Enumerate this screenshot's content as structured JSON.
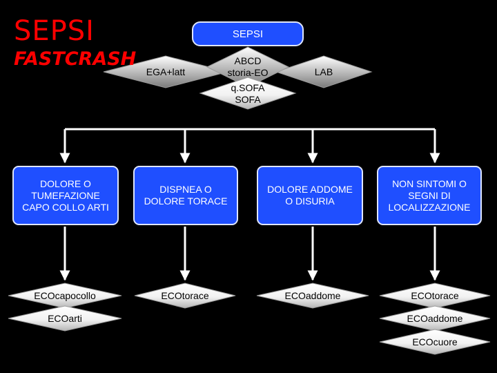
{
  "title": "SEPSI",
  "subtitle": "FASTCRASH",
  "top_box": "SEPSI",
  "top_diamonds": {
    "ega": "EGA+latt",
    "abcd": [
      "ABCD",
      "storia-EO"
    ],
    "lab": "LAB",
    "sofa": [
      "q.SOFA",
      "SOFA"
    ]
  },
  "categories": [
    {
      "label": "DOLORE O TUMEFAZIONE CAPO COLLO ARTI",
      "lines": [
        "DOLORE O",
        "TUMEFAZIONE",
        "CAPO COLLO ARTI"
      ],
      "exams": [
        "ECOcapocollo",
        "ECOarti"
      ]
    },
    {
      "label": "DISPNEA O DOLORE TORACE",
      "lines": [
        "DISPNEA O",
        "DOLORE TORACE"
      ],
      "exams": [
        "ECOtorace"
      ]
    },
    {
      "label": "DOLORE ADDOME O DISURIA",
      "lines": [
        "DOLORE ADDOME",
        "O DISURIA"
      ],
      "exams": [
        "ECOaddome"
      ]
    },
    {
      "label": "NON SINTOMI O SEGNI DI LOCALIZZAZIONE",
      "lines": [
        "NON SINTOMI O",
        "SEGNI DI",
        "LOCALIZZAZIONE"
      ],
      "exams": [
        "ECOtorace",
        "ECOaddome",
        "ECOcuore"
      ]
    }
  ],
  "colors": {
    "background": "#000000",
    "title": "#ff0000",
    "box_fill": "#1f4fff",
    "box_border": "#dfe6ff",
    "diamond_fill": "#ffffff",
    "diamond_dark": "#8c8c8c",
    "connector": "#ffffff"
  }
}
